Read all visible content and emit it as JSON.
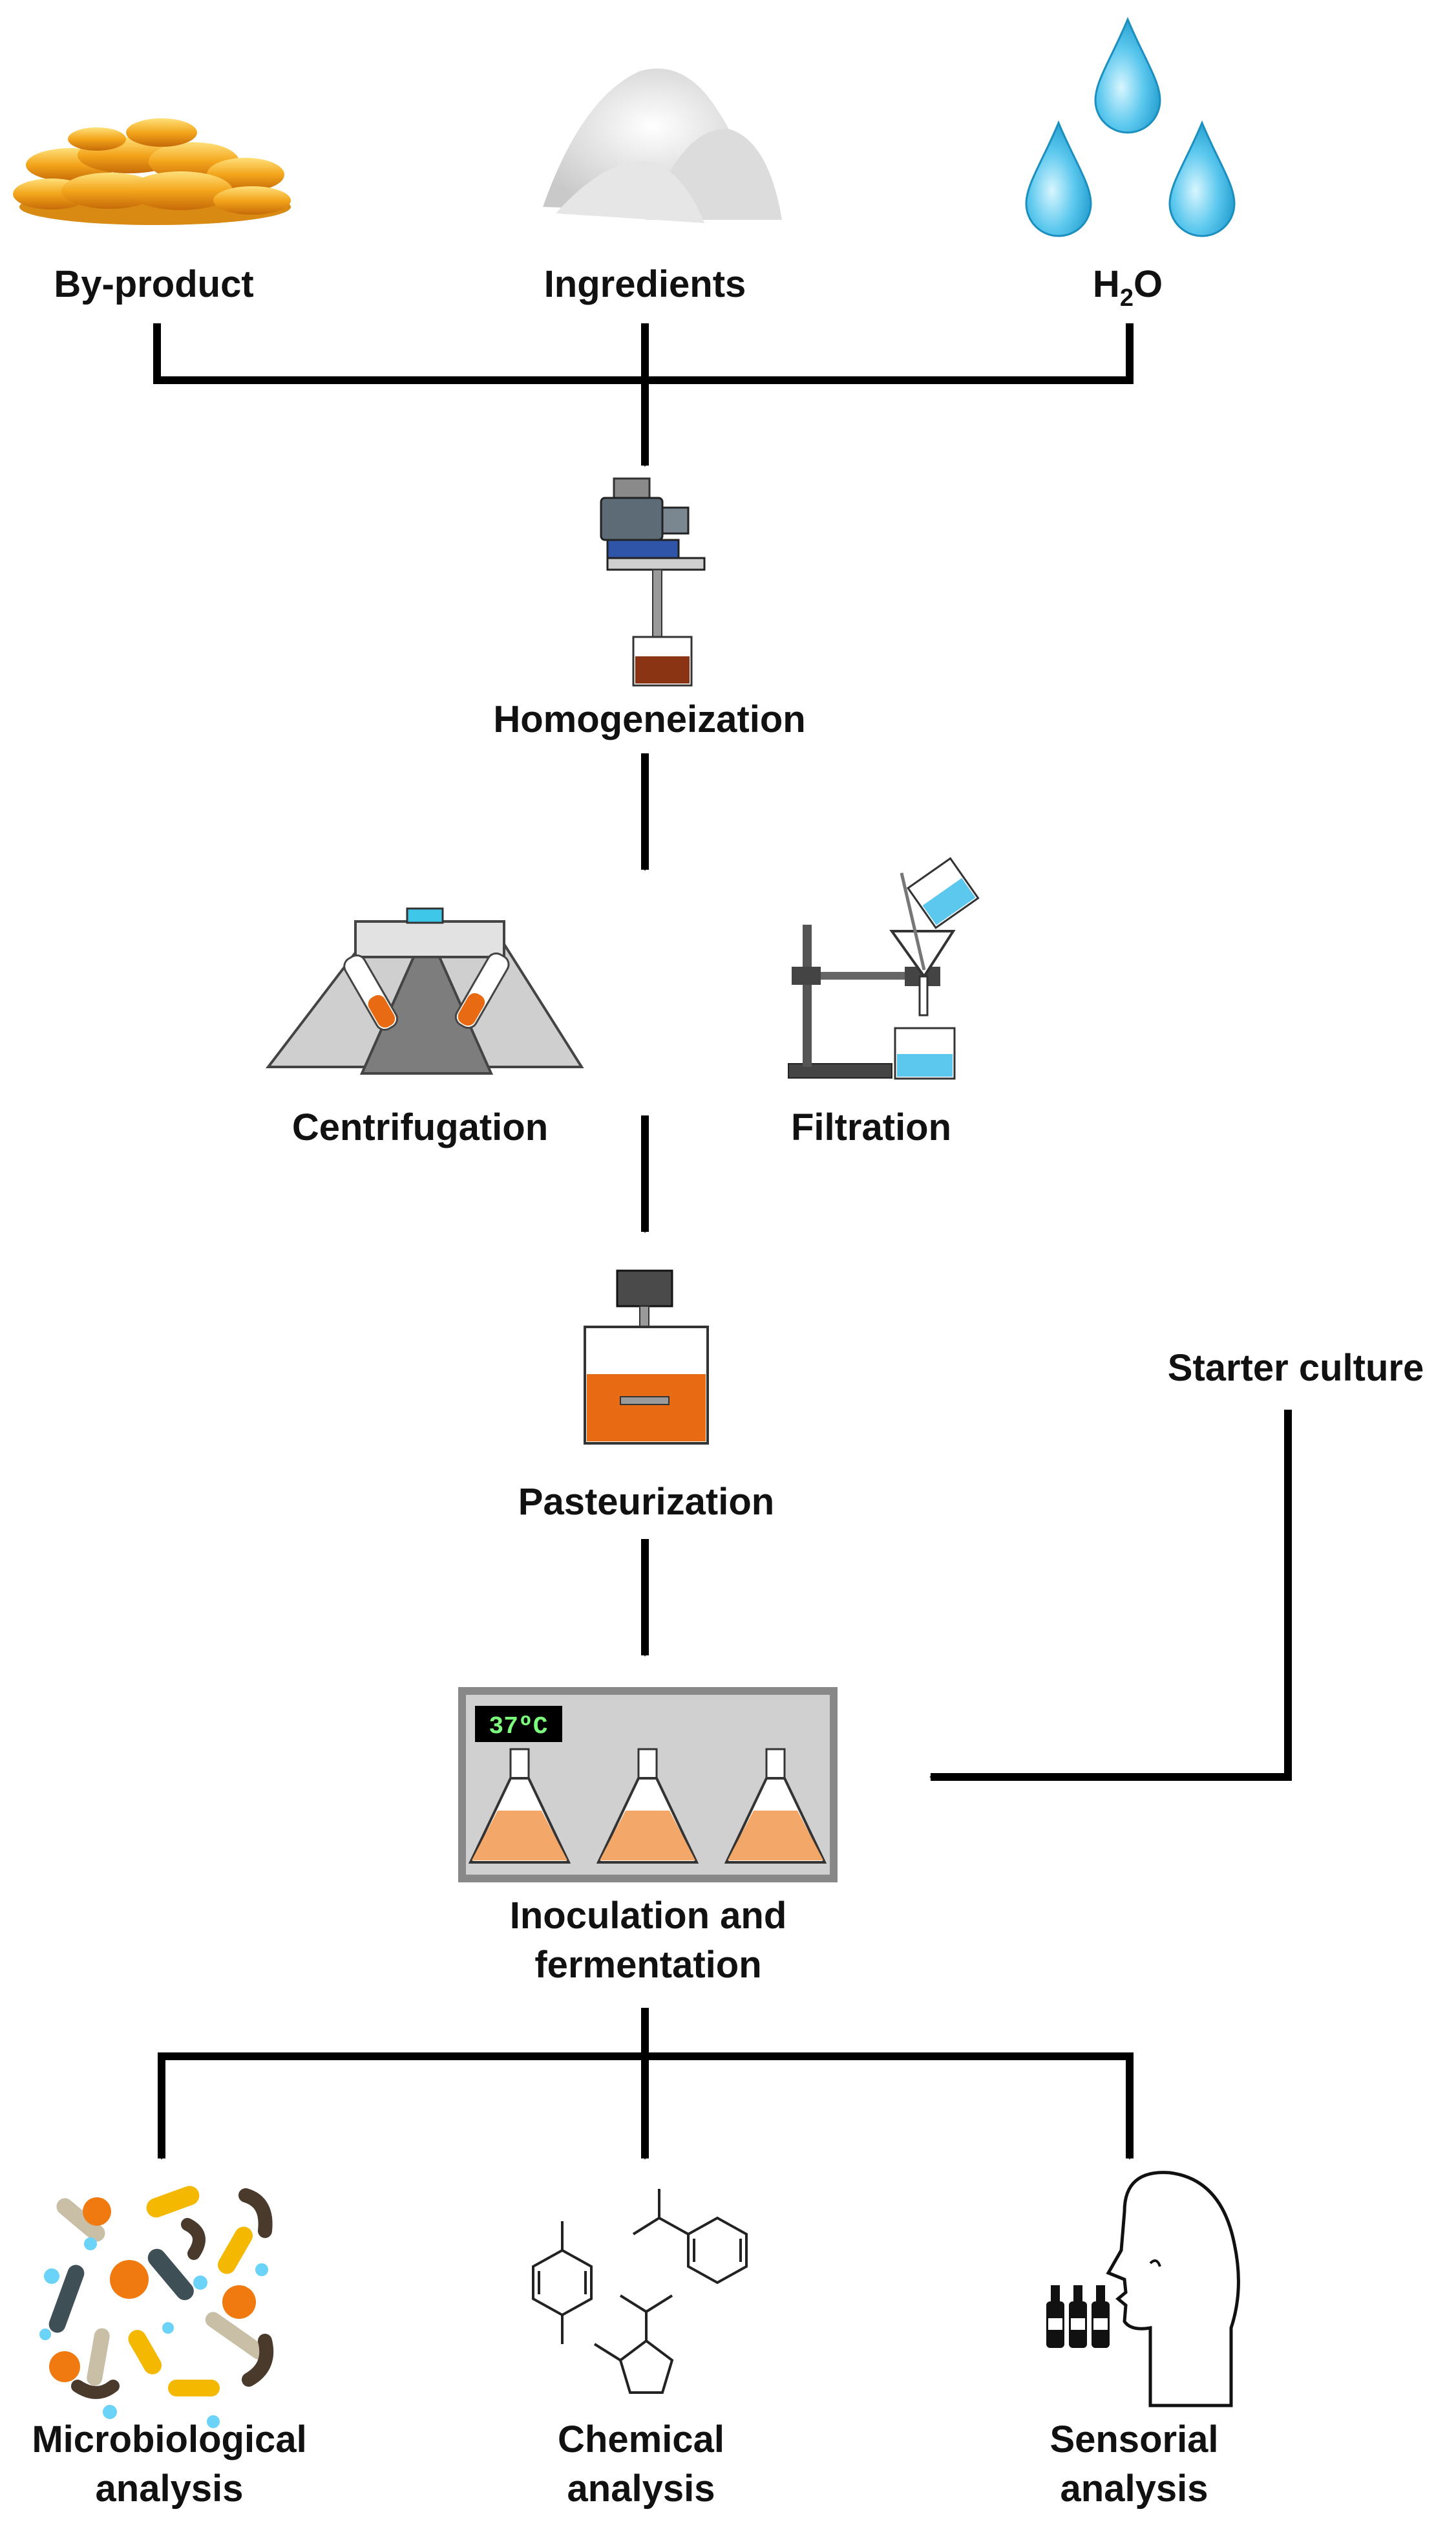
{
  "inputs": {
    "byproduct": "By-product",
    "ingredients": "Ingredients",
    "water_main": "H",
    "water_sub": "2",
    "water_tail": "O"
  },
  "steps": {
    "homogenization": "Homogeneization",
    "centrifugation": "Centrifugation",
    "filtration": "Filtration",
    "pasteurization": "Pasteurization",
    "starter": "Starter culture",
    "inoculation_line1": "Inoculation and",
    "inoculation_line2": "fermentation",
    "incubator_display": "37ºC"
  },
  "outputs": {
    "microbiological_line1": "Microbiological",
    "microbiological_line2": "analysis",
    "chemical_line1": "Chemical",
    "chemical_line2": "analysis",
    "sensorial_line1": "Sensorial",
    "sensorial_line2": "analysis"
  },
  "colors": {
    "arrow": "#000000",
    "liquid_orange": "#e86a12",
    "flask_fill": "#f3a86a",
    "water_blue": "#5cc8ee",
    "machine_gray": "#bdbdbd",
    "display_green": "#7cff7c"
  },
  "icons": {
    "byproduct": "golden-flakes-icon",
    "ingredients": "white-powder-icon",
    "water": "water-drops-icon",
    "homogenizer": "homogenizer-icon",
    "centrifuge": "centrifuge-icon",
    "filtration": "filtration-setup-icon",
    "pasteurizer": "stirred-tank-icon",
    "incubator": "incubator-flasks-icon",
    "microbes": "microorganisms-icon",
    "molecules": "chemical-structures-icon",
    "sensory": "head-and-bottles-icon"
  }
}
